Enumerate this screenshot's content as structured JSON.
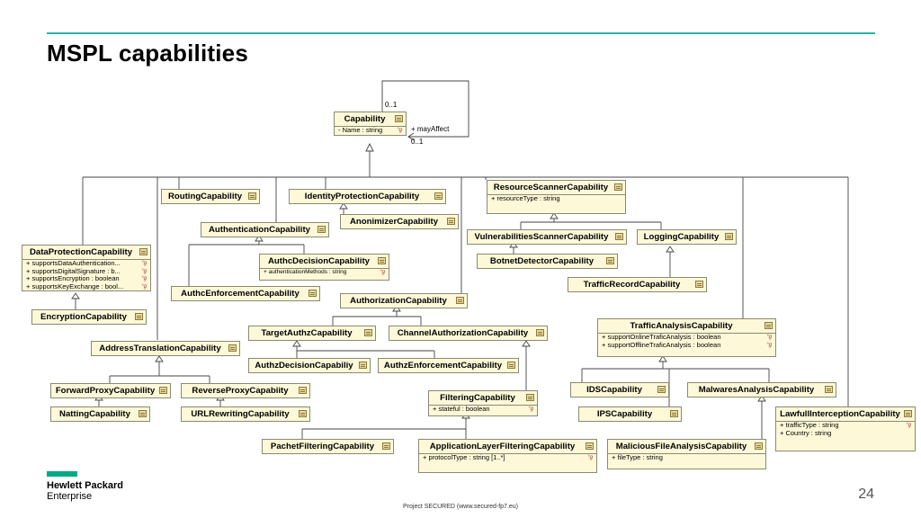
{
  "slide": {
    "title": "MSPL capabilities",
    "page_number": "24",
    "footer": "Project SECURED (www.secured-fp7.eu)",
    "logo_line1": "Hewlett Packard",
    "logo_line2": "Enterprise",
    "accent_color": "#2ab5a0",
    "logo_color": "#01a982"
  },
  "diagram": {
    "box_fill": "#fdf9d8",
    "classes": {
      "capability": {
        "name": "Capability",
        "attrs": [
          {
            "text": "- Name : string",
            "icon": "°g"
          }
        ]
      },
      "routing": {
        "name": "RoutingCapability",
        "attrs": []
      },
      "identity_protection": {
        "name": "IdentityProtectionCapability",
        "attrs": []
      },
      "anonimizer": {
        "name": "AnonimizerCapability",
        "attrs": []
      },
      "resource_scanner": {
        "name": "ResourceScannerCapability",
        "attrs": [
          {
            "text": "+ resourceType : string",
            "icon": ""
          }
        ]
      },
      "vulnerabilities_scanner": {
        "name": "VulnerabilitiesScannerCapability",
        "attrs": []
      },
      "logging": {
        "name": "LoggingCapability",
        "attrs": []
      },
      "botnet_detector": {
        "name": "BotnetDetectorCapability",
        "attrs": []
      },
      "traffic_record": {
        "name": "TrafficRecordCapability",
        "attrs": []
      },
      "authentication": {
        "name": "AuthenticationCapability",
        "attrs": []
      },
      "authc_decision": {
        "name": "AuthcDecisionCapability",
        "attrs": [
          {
            "text": "+ authenticationMethods : string",
            "icon": "°g"
          }
        ]
      },
      "authc_enforcement": {
        "name": "AuthcEnforcementCapability",
        "attrs": []
      },
      "data_protection": {
        "name": "DataProtectionCapability",
        "attrs": [
          {
            "text": "+ supportsDataAuthentication...",
            "icon": "°g"
          },
          {
            "text": "+ supportsDigitalSignature : b...",
            "icon": "°g"
          },
          {
            "text": "+ supportsEncryption : boolean",
            "icon": "°g"
          },
          {
            "text": "+ supportsKeyExchange : bool...",
            "icon": "°g"
          }
        ]
      },
      "encryption": {
        "name": "EncryptionCapability",
        "attrs": []
      },
      "authorization": {
        "name": "AuthorizationCapability",
        "attrs": []
      },
      "target_authz": {
        "name": "TargetAuthzCapability",
        "attrs": []
      },
      "channel_authorization": {
        "name": "ChannelAuthorizationCapability",
        "attrs": []
      },
      "authz_decision": {
        "name": "AuthzDecisionCapabiliy",
        "attrs": []
      },
      "authz_enforcement": {
        "name": "AuthzEnforcementCapability",
        "attrs": []
      },
      "address_translation": {
        "name": "AddressTranslationCapability",
        "attrs": []
      },
      "forward_proxy": {
        "name": "ForwardProxyCapability",
        "attrs": []
      },
      "reverse_proxy": {
        "name": "ReverseProxyCapabiity",
        "attrs": []
      },
      "natting": {
        "name": "NattingCapability",
        "attrs": []
      },
      "url_rewriting": {
        "name": "URLRewritingCapability",
        "attrs": []
      },
      "filtering": {
        "name": "FilteringCapability",
        "attrs": [
          {
            "text": "+ stateful : boolean",
            "icon": "°g"
          }
        ]
      },
      "pachet_filtering": {
        "name": "PachetFilteringCapability",
        "attrs": []
      },
      "application_layer_filtering": {
        "name": "ApplicationLayerFilteringCapability",
        "attrs": [
          {
            "text": "+ protocolType : string [1..*]",
            "icon": "°g"
          }
        ]
      },
      "traffic_analysis": {
        "name": "TrafficAnalysisCapability",
        "attrs": [
          {
            "text": "+ supportOnlineTraficAnalysis : boolean",
            "icon": "°g"
          },
          {
            "text": "+ supportOfflineTraficAnalysis : boolean",
            "icon": "°g"
          }
        ]
      },
      "ids": {
        "name": "IDSCapability",
        "attrs": []
      },
      "ips": {
        "name": "IPSCapability",
        "attrs": []
      },
      "malwares_analysis": {
        "name": "MalwaresAnalysisCapability",
        "attrs": []
      },
      "malicious_file_analysis": {
        "name": "MaliciousFileAnalysisCapability",
        "attrs": [
          {
            "text": "+ fileType : string",
            "icon": ""
          }
        ]
      },
      "lawful_interception": {
        "name": "LawfullInterceptionCapability",
        "attrs": [
          {
            "text": "+ trafficType : string",
            "icon": "°g"
          },
          {
            "text": "+ Country : string",
            "icon": ""
          }
        ]
      }
    },
    "self_association": {
      "label": "+ mayAffect",
      "mult_top": "0..1",
      "mult_bottom": "0..1"
    }
  }
}
